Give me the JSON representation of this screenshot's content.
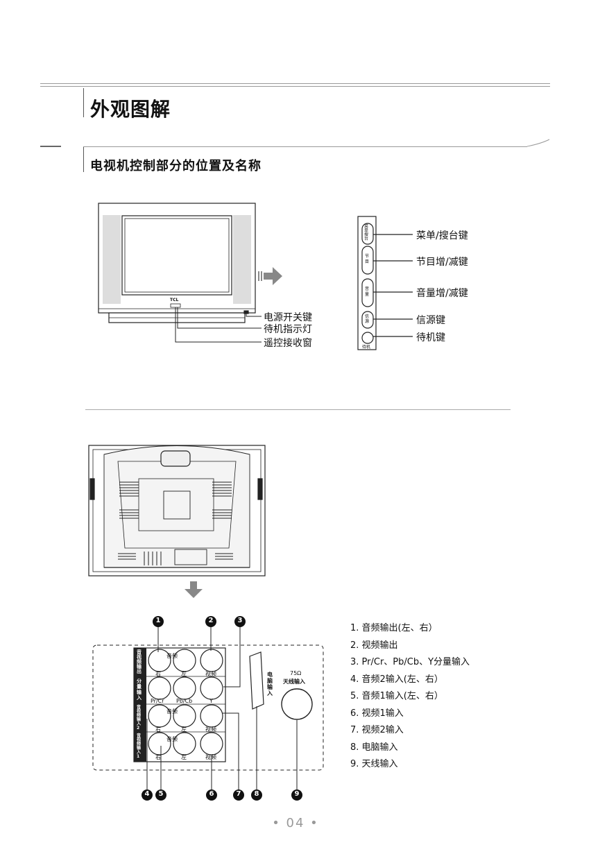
{
  "header": {
    "title": "外观图解",
    "subtitle": "电视机控制部分的位置及名称"
  },
  "front": {
    "brand": "TCL",
    "front_labels": [
      "电源开关键",
      "待机指示灯",
      "遥控接收窗"
    ],
    "side_buttons": [
      "菜单/搜台键",
      "节目增/减键",
      "音量增/减键",
      "信源键",
      "待机键"
    ],
    "side_button_text": [
      "菜单搜台",
      "节目",
      "音量",
      "信源",
      "待机"
    ]
  },
  "rear": {
    "panel_left_labels": [
      "音视频输出",
      "分量输入",
      "音视频输入2",
      "音视频输入1"
    ],
    "jack_text": {
      "audio": "音频",
      "video": "视频",
      "right": "右",
      "left": "左",
      "pr": "Pr/Cr",
      "pb": "Pb/Cb",
      "y": "Y"
    },
    "pc_label": "电脑输入",
    "ant_ohm": "75Ω",
    "ant_label": "天线输入",
    "callouts": [
      "1",
      "2",
      "3",
      "4",
      "5",
      "6",
      "7",
      "8",
      "9"
    ],
    "list": [
      "1. 音频输出(左、右）",
      "2. 视频输出",
      "3. Pr/Cr、Pb/Cb、Y分量输入",
      "4. 音频2输入(左、右）",
      "5. 音频1输入(左、右）",
      "6. 视频1输入",
      "7. 视频2输入",
      "8. 电脑输入",
      "9. 天线输入"
    ]
  },
  "page_number": "• 04 •"
}
